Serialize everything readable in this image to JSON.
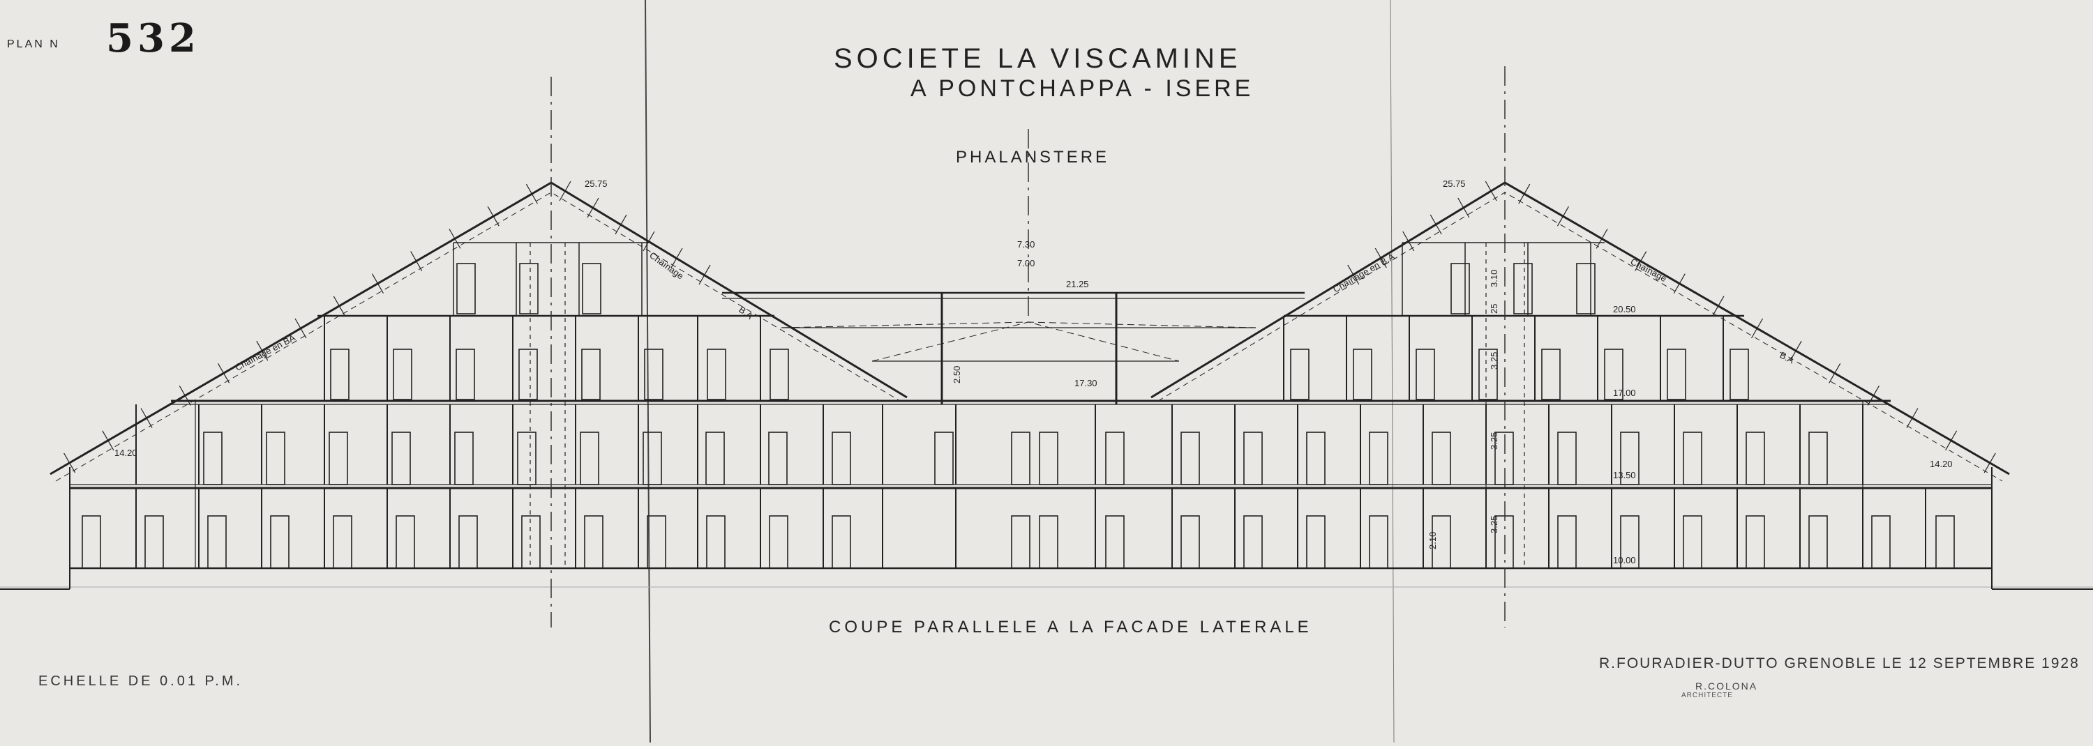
{
  "plan": {
    "label": "PLAN N",
    "number": "532"
  },
  "title": {
    "line1": "SOCIETE LA VISCAMINE",
    "line2": "A PONTCHAPPA - ISERE",
    "line3": "PHALANSTERE"
  },
  "caption": "COUPE PARALLELE A LA FACADE LATERALE",
  "scale": "ECHELLE DE 0.01 P.M.",
  "author": "R.FOURADIER-DUTTO GRENOBLE LE 12 SEPTEMBRE 1928",
  "signature": "R.COLONA",
  "signature_note": "ARCHITECTE",
  "elevations": {
    "ridge_left": "25.75",
    "ridge_right": "25.75",
    "roof_mid": "21.25",
    "level_top": "20.50",
    "level_3": "17.00",
    "level_3_center": "17.30",
    "level_2": "13.50",
    "level_1": "10.00",
    "eave_left": "14.20",
    "eave_right": "14.20",
    "center_top_1": "7.30",
    "center_top_2": "7.00"
  },
  "heights": {
    "floor_1": "3.25",
    "floor_2": "3.25",
    "floor_3": "3.25",
    "floor_4": "3.10",
    "slab": "25",
    "door_height": "2.10",
    "center_span": "2.50"
  },
  "roof_notes": {
    "left_1": "Chaînage en BA",
    "left_2": "Chaînage",
    "left_3": "B.A",
    "right_1": "Chaînage en B.A",
    "right_2": "Chaînage",
    "right_3": "B.A"
  }
}
